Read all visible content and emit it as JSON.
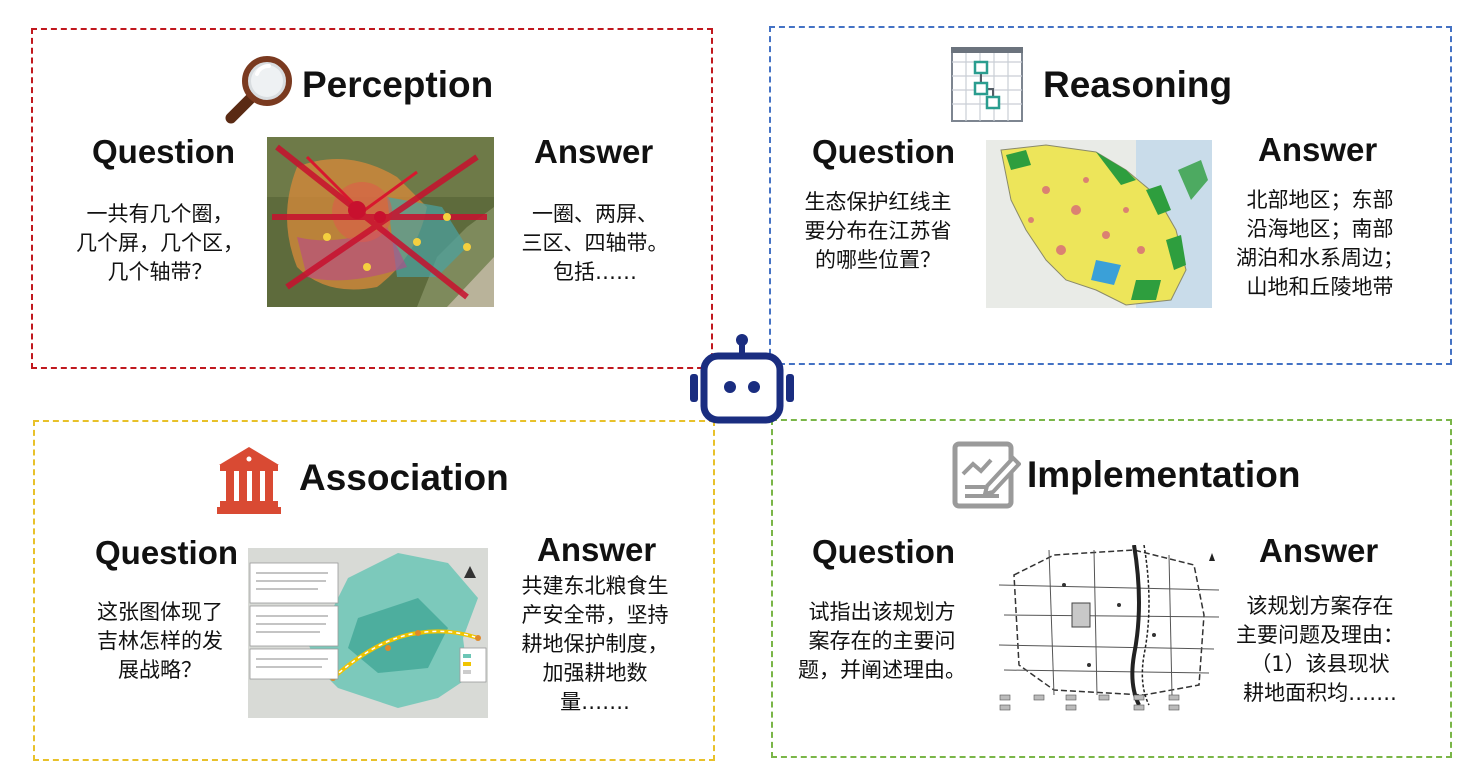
{
  "perception": {
    "title": "Perception",
    "question_label": "Question",
    "answer_label": "Answer",
    "question_lines": [
      "一共有几个圈，",
      "几个屏，几个区，",
      "几个轴带？"
    ],
    "answer_lines": [
      "一圈、两屏、",
      "三区、四轴带。",
      "包括……"
    ]
  },
  "reasoning": {
    "title": "Reasoning",
    "question_label": "Question",
    "answer_label": "Answer",
    "question_lines": [
      "生态保护红线主",
      "要分布在江苏省",
      "的哪些位置？"
    ],
    "answer_lines": [
      "北部地区；东部",
      "沿海地区；南部",
      "湖泊和水系周边；",
      "山地和丘陵地带"
    ]
  },
  "association": {
    "title": "Association",
    "question_label": "Question",
    "answer_label": "Answer",
    "question_lines": [
      "这张图体现了",
      "吉林怎样的发",
      "展战略？"
    ],
    "answer_lines": [
      "共建东北粮食生",
      "产安全带，坚持",
      "耕地保护制度，",
      "加强耕地数",
      "量……."
    ]
  },
  "implementation": {
    "title": "Implementation",
    "question_label": "Question",
    "answer_label": "Answer",
    "question_lines": [
      "试指出该规划方",
      "案存在的主要问",
      "题，并阐述理由。"
    ],
    "answer_lines": [
      "该规划方案存在",
      "主要问题及理由：",
      "（1）该县现状",
      "耕地面积均……."
    ]
  },
  "icons": {
    "perception": "magnifier-icon",
    "reasoning": "flowchart-grid-icon",
    "association": "classical-building-icon",
    "implementation": "edit-document-icon",
    "center": "robot-icon"
  },
  "colors": {
    "perception_border": "#c0181e",
    "reasoning_border": "#4472c4",
    "association_border": "#e8c12a",
    "implementation_border": "#7ab648",
    "robot": "#1a2d80"
  }
}
